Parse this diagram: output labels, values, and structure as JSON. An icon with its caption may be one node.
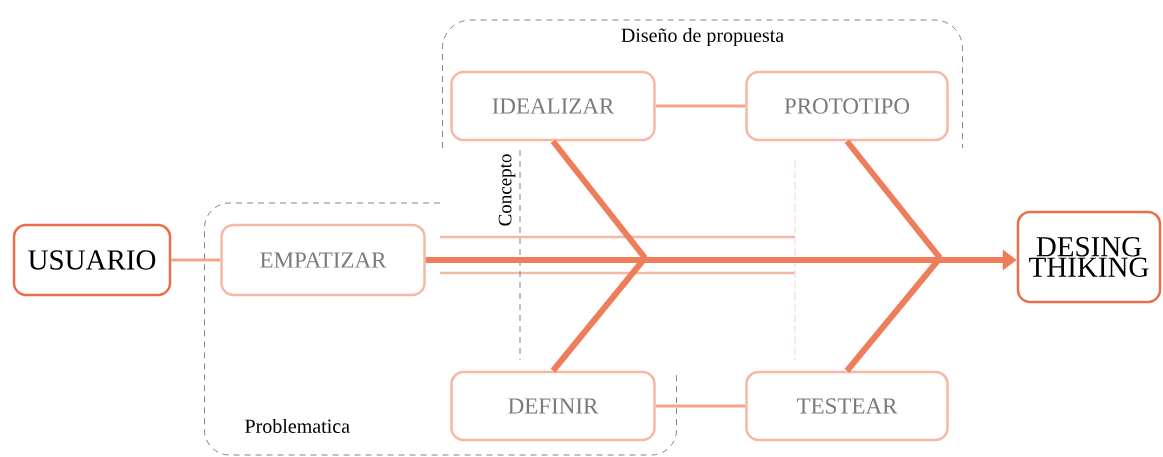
{
  "diagram": {
    "nodes": [
      {
        "text": [
          "USUARIO"
        ]
      },
      {
        "text": [
          "Diseño de propuesta"
        ]
      },
      {
        "text": [
          "IDEALIZAR"
        ],
        "in": 1
      },
      {
        "text": [
          "PROTOTIPO"
        ],
        "in": 1
      },
      {
        "text": [
          "Problematica"
        ]
      },
      {
        "text": [
          "EMPATIZAR"
        ],
        "in": 4
      },
      {
        "text": [
          "DEFINIR"
        ],
        "in": 4
      },
      {
        "text": [
          "TESTEAR"
        ]
      },
      {
        "text": [
          "DESING THIKING"
        ]
      }
    ],
    "edges": [
      {
        "from": 0,
        "to": 5,
        "arrow": "none",
        "color": "#f2a48c"
      },
      {
        "from": 5,
        "to": 8,
        "arrow": "to"
      },
      {
        "from": 2,
        "to": 3,
        "arrow": "none",
        "color": "#f2a48c"
      },
      {
        "from": 6,
        "to": 7,
        "arrow": "none",
        "color": "#f2a48c"
      },
      {
        "from": 2,
        "to": 8,
        "arrow": "to"
      },
      {
        "from": 6,
        "to": 8,
        "arrow": "to"
      },
      {
        "from": 3,
        "to": 8,
        "arrow": "to"
      },
      {
        "from": 7,
        "to": 8,
        "arrow": "to"
      }
    ],
    "labels": [
      "Concepto"
    ]
  }
}
